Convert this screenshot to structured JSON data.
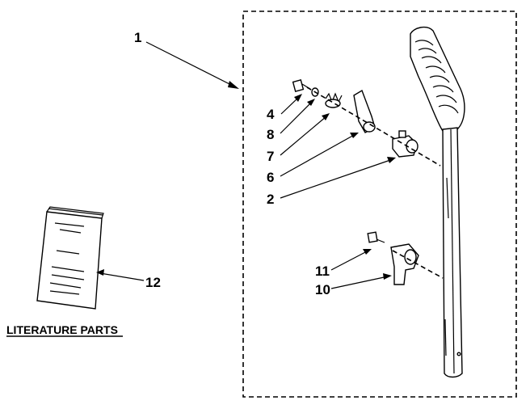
{
  "callouts": {
    "c1": "1",
    "c2": "2",
    "c4": "4",
    "c6": "6",
    "c7": "7",
    "c8": "8",
    "c10": "10",
    "c11": "11",
    "c12": "12"
  },
  "caption": "LITERATURE PARTS"
}
